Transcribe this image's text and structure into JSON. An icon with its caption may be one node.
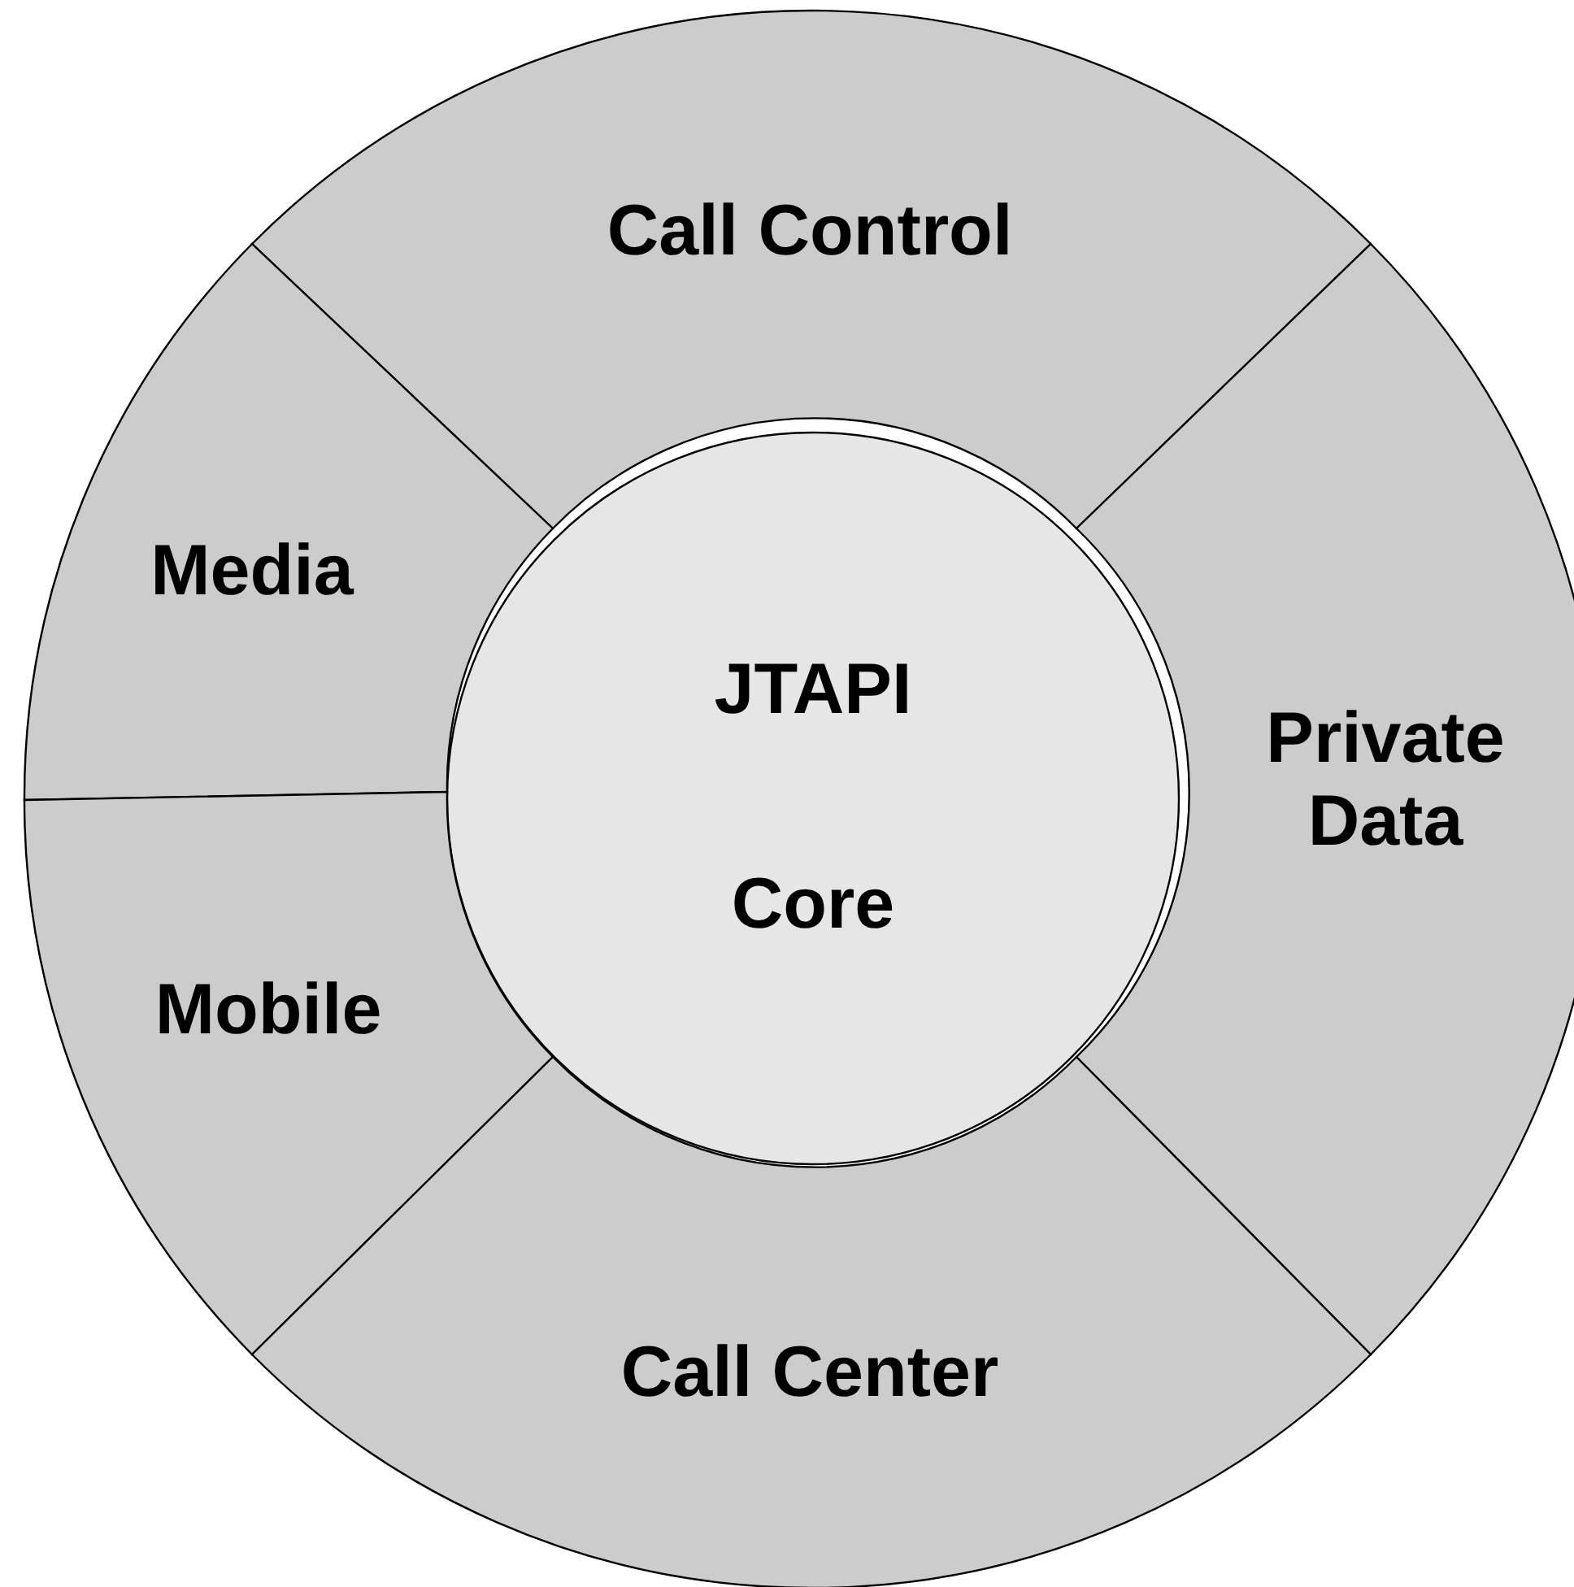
{
  "diagram": {
    "nodes": [
      {
        "text": [
          "Call Control"
        ]
      },
      {
        "text": [
          "Media"
        ]
      },
      {
        "text": [
          "JTAPI",
          "Core"
        ]
      },
      {
        "text": [
          "Private Data"
        ]
      },
      {
        "text": [
          "Mobile"
        ]
      },
      {
        "text": [
          "Call Center"
        ]
      }
    ]
  }
}
